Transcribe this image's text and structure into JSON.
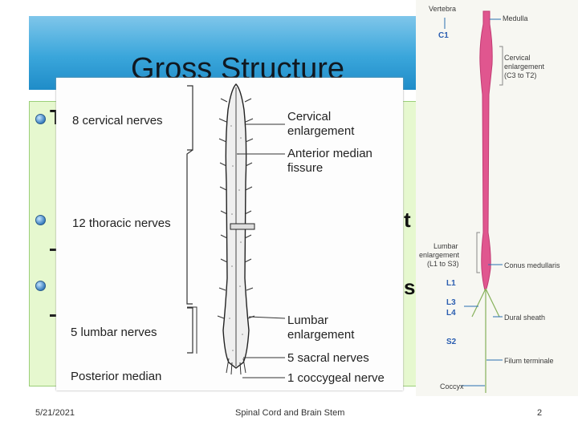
{
  "slide": {
    "title": "Gross Structure",
    "bullet_fragments": [
      "T",
      "t",
      "s"
    ],
    "footer": {
      "date": "5/21/2021",
      "subject": "Spinal Cord and Brain Stem",
      "page": "2"
    }
  },
  "left_figure": {
    "labels": {
      "cervical_nerves": "8 cervical nerves",
      "cervical_enlargement_1": "Cervical",
      "cervical_enlargement_2": "enlargement",
      "anterior_fissure_1": "Anterior median",
      "anterior_fissure_2": "fissure",
      "thoracic_nerves": "12 thoracic nerves",
      "lumbar_nerves": "5 lumbar nerves",
      "lumbar_enlargement_1": "Lumbar",
      "lumbar_enlargement_2": "enlargement",
      "sacral_nerves": "5 sacral nerves",
      "coccygeal_nerve": "1 coccygeal nerve",
      "posterior_median": "Posterior median"
    }
  },
  "right_figure": {
    "labels": {
      "vertebra": "Vertebra",
      "medulla": "Medulla",
      "c1": "C1",
      "cervical_1": "Cervical",
      "cervical_2": "enlargement",
      "cervical_3": "(C3 to T2)",
      "lumbar_1": "Lumbar",
      "lumbar_2": "enlargement",
      "lumbar_3": "(L1 to S3)",
      "conus": "Conus medullaris",
      "l1": "L1",
      "l3": "L3",
      "l4": "L4",
      "dural": "Dural sheath",
      "s2": "S2",
      "filum": "Filum terminale",
      "coccyx": "Coccyx"
    }
  },
  "colors": {
    "title_bar": "#3aa6db",
    "content_bg": "#e6f8cf",
    "cord_pink": "#e0568f",
    "segment_blue": "#2a5db0"
  }
}
